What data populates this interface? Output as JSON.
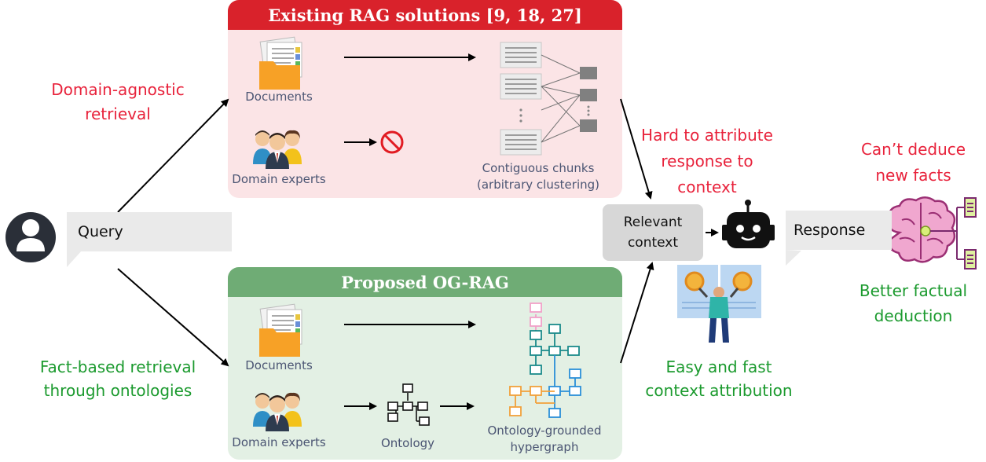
{
  "query_label": "Query",
  "top_panel": {
    "title": "Existing RAG solutions [9, 18, 27]",
    "documents_label": "Documents",
    "experts_label": "Domain experts",
    "chunks_label_1": "Contiguous chunks",
    "chunks_label_2": "(arbitrary clustering)"
  },
  "bottom_panel": {
    "title": "Proposed OG-RAG",
    "documents_label": "Documents",
    "experts_label": "Domain experts",
    "ontology_label": "Ontology",
    "hypergraph_label_1": "Ontology-grounded",
    "hypergraph_label_2": "hypergraph"
  },
  "left_notes": {
    "top_line1": "Domain-agnostic",
    "top_line2": "retrieval",
    "bottom_line1": "Fact-based retrieval",
    "bottom_line2": "through ontologies"
  },
  "middle_notes": {
    "top_line1": "Hard to attribute",
    "top_line2": "response to",
    "top_line3": "context",
    "bottom_line1": "Easy and fast",
    "bottom_line2": "context attribution"
  },
  "context_box": {
    "line1": "Relevant",
    "line2": "context"
  },
  "response_label": "Response",
  "right_notes": {
    "top_line1": "Can’t deduce",
    "top_line2": "new facts",
    "bottom_line1": "Better factual",
    "bottom_line2": "deduction"
  },
  "colors": {
    "top_panel_bg": "#fbe4e6",
    "top_panel_header": "#d9222b",
    "bottom_panel_bg": "#e3f0e4",
    "bottom_panel_header": "#6fac75",
    "negative_text": "#e8223b",
    "positive_text": "#1b9a2e"
  }
}
